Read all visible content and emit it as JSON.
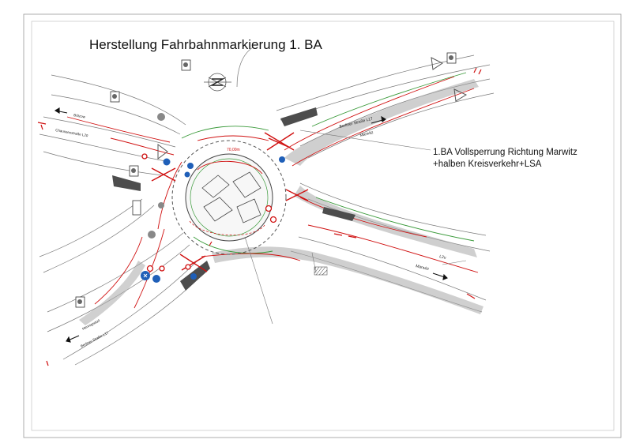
{
  "title": "Herstellung Fahrbahnmarkierung 1. BA",
  "note": {
    "line1": "1.BA Vollsperrung Richtung Marwitz",
    "line2": "+halben Kreisverkehr+LSA"
  },
  "road_labels": {
    "berliner_strasse_east": "Berliner Straße L17",
    "marwitz_top": "Marwitz",
    "marwitz_bottom": "Marwitz",
    "l_east": "L2u",
    "boetzow": "Bötzow",
    "chaussee": "Chausseestraße L20",
    "hennigsdorf": "Hennigsdorf",
    "berliner_strasse_west": "Berliner Straße L17",
    "radius": "70,00m"
  },
  "colors": {
    "barrier": "#d01010",
    "sign_blue": "#1f5fb8",
    "kerb_green": "#3a9a3a",
    "island": "#555555"
  }
}
